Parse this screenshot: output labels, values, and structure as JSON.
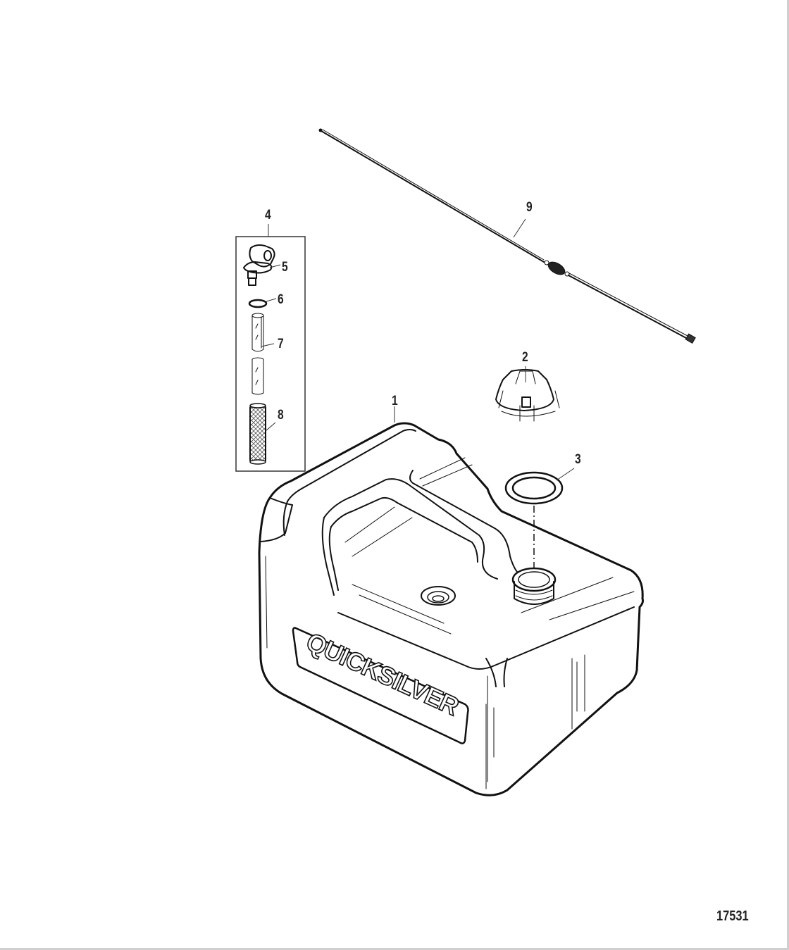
{
  "diagram": {
    "type": "exploded-parts-diagram",
    "figure_number": "17531",
    "brand_text": "QUICKSILVER",
    "colors": {
      "line": "#111111",
      "background": "#ffffff",
      "border": "#cfcfcf"
    },
    "callouts": [
      {
        "id": "1",
        "label": "1",
        "part": "fuel-tank"
      },
      {
        "id": "2",
        "label": "2",
        "part": "fuel-cap"
      },
      {
        "id": "3",
        "label": "3",
        "part": "gasket-ring"
      },
      {
        "id": "4",
        "label": "4",
        "part": "pickup-assembly-kit"
      },
      {
        "id": "5",
        "label": "5",
        "part": "fuel-fitting"
      },
      {
        "id": "6",
        "label": "6",
        "part": "o-ring"
      },
      {
        "id": "7",
        "label": "7",
        "part": "pickup-tube"
      },
      {
        "id": "8",
        "label": "8",
        "part": "filter-screen"
      },
      {
        "id": "9",
        "label": "9",
        "part": "fuel-hose-with-primer-bulb"
      }
    ]
  }
}
